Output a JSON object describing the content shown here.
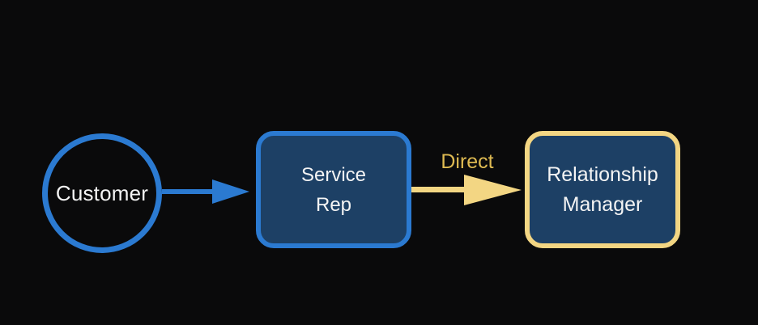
{
  "colors": {
    "background": "#0a0a0b",
    "blue": "#2b7ad1",
    "navy": "#1d4065",
    "gold": "#f3d683",
    "gold_text": "#deba52",
    "text": "#f4f4f4"
  },
  "diagram": {
    "title": "",
    "nodes": [
      {
        "id": "customer",
        "shape": "circle",
        "label": "Customer"
      },
      {
        "id": "service-rep",
        "shape": "rounded-rect",
        "label": "Service\nRep"
      },
      {
        "id": "relationship-manager",
        "shape": "rounded-rect",
        "label": "Relationship\nManager"
      }
    ],
    "edges": [
      {
        "from": "customer",
        "to": "service-rep",
        "label": "",
        "color": "blue"
      },
      {
        "from": "service-rep",
        "to": "relationship-manager",
        "label": "Direct",
        "color": "gold"
      }
    ]
  }
}
